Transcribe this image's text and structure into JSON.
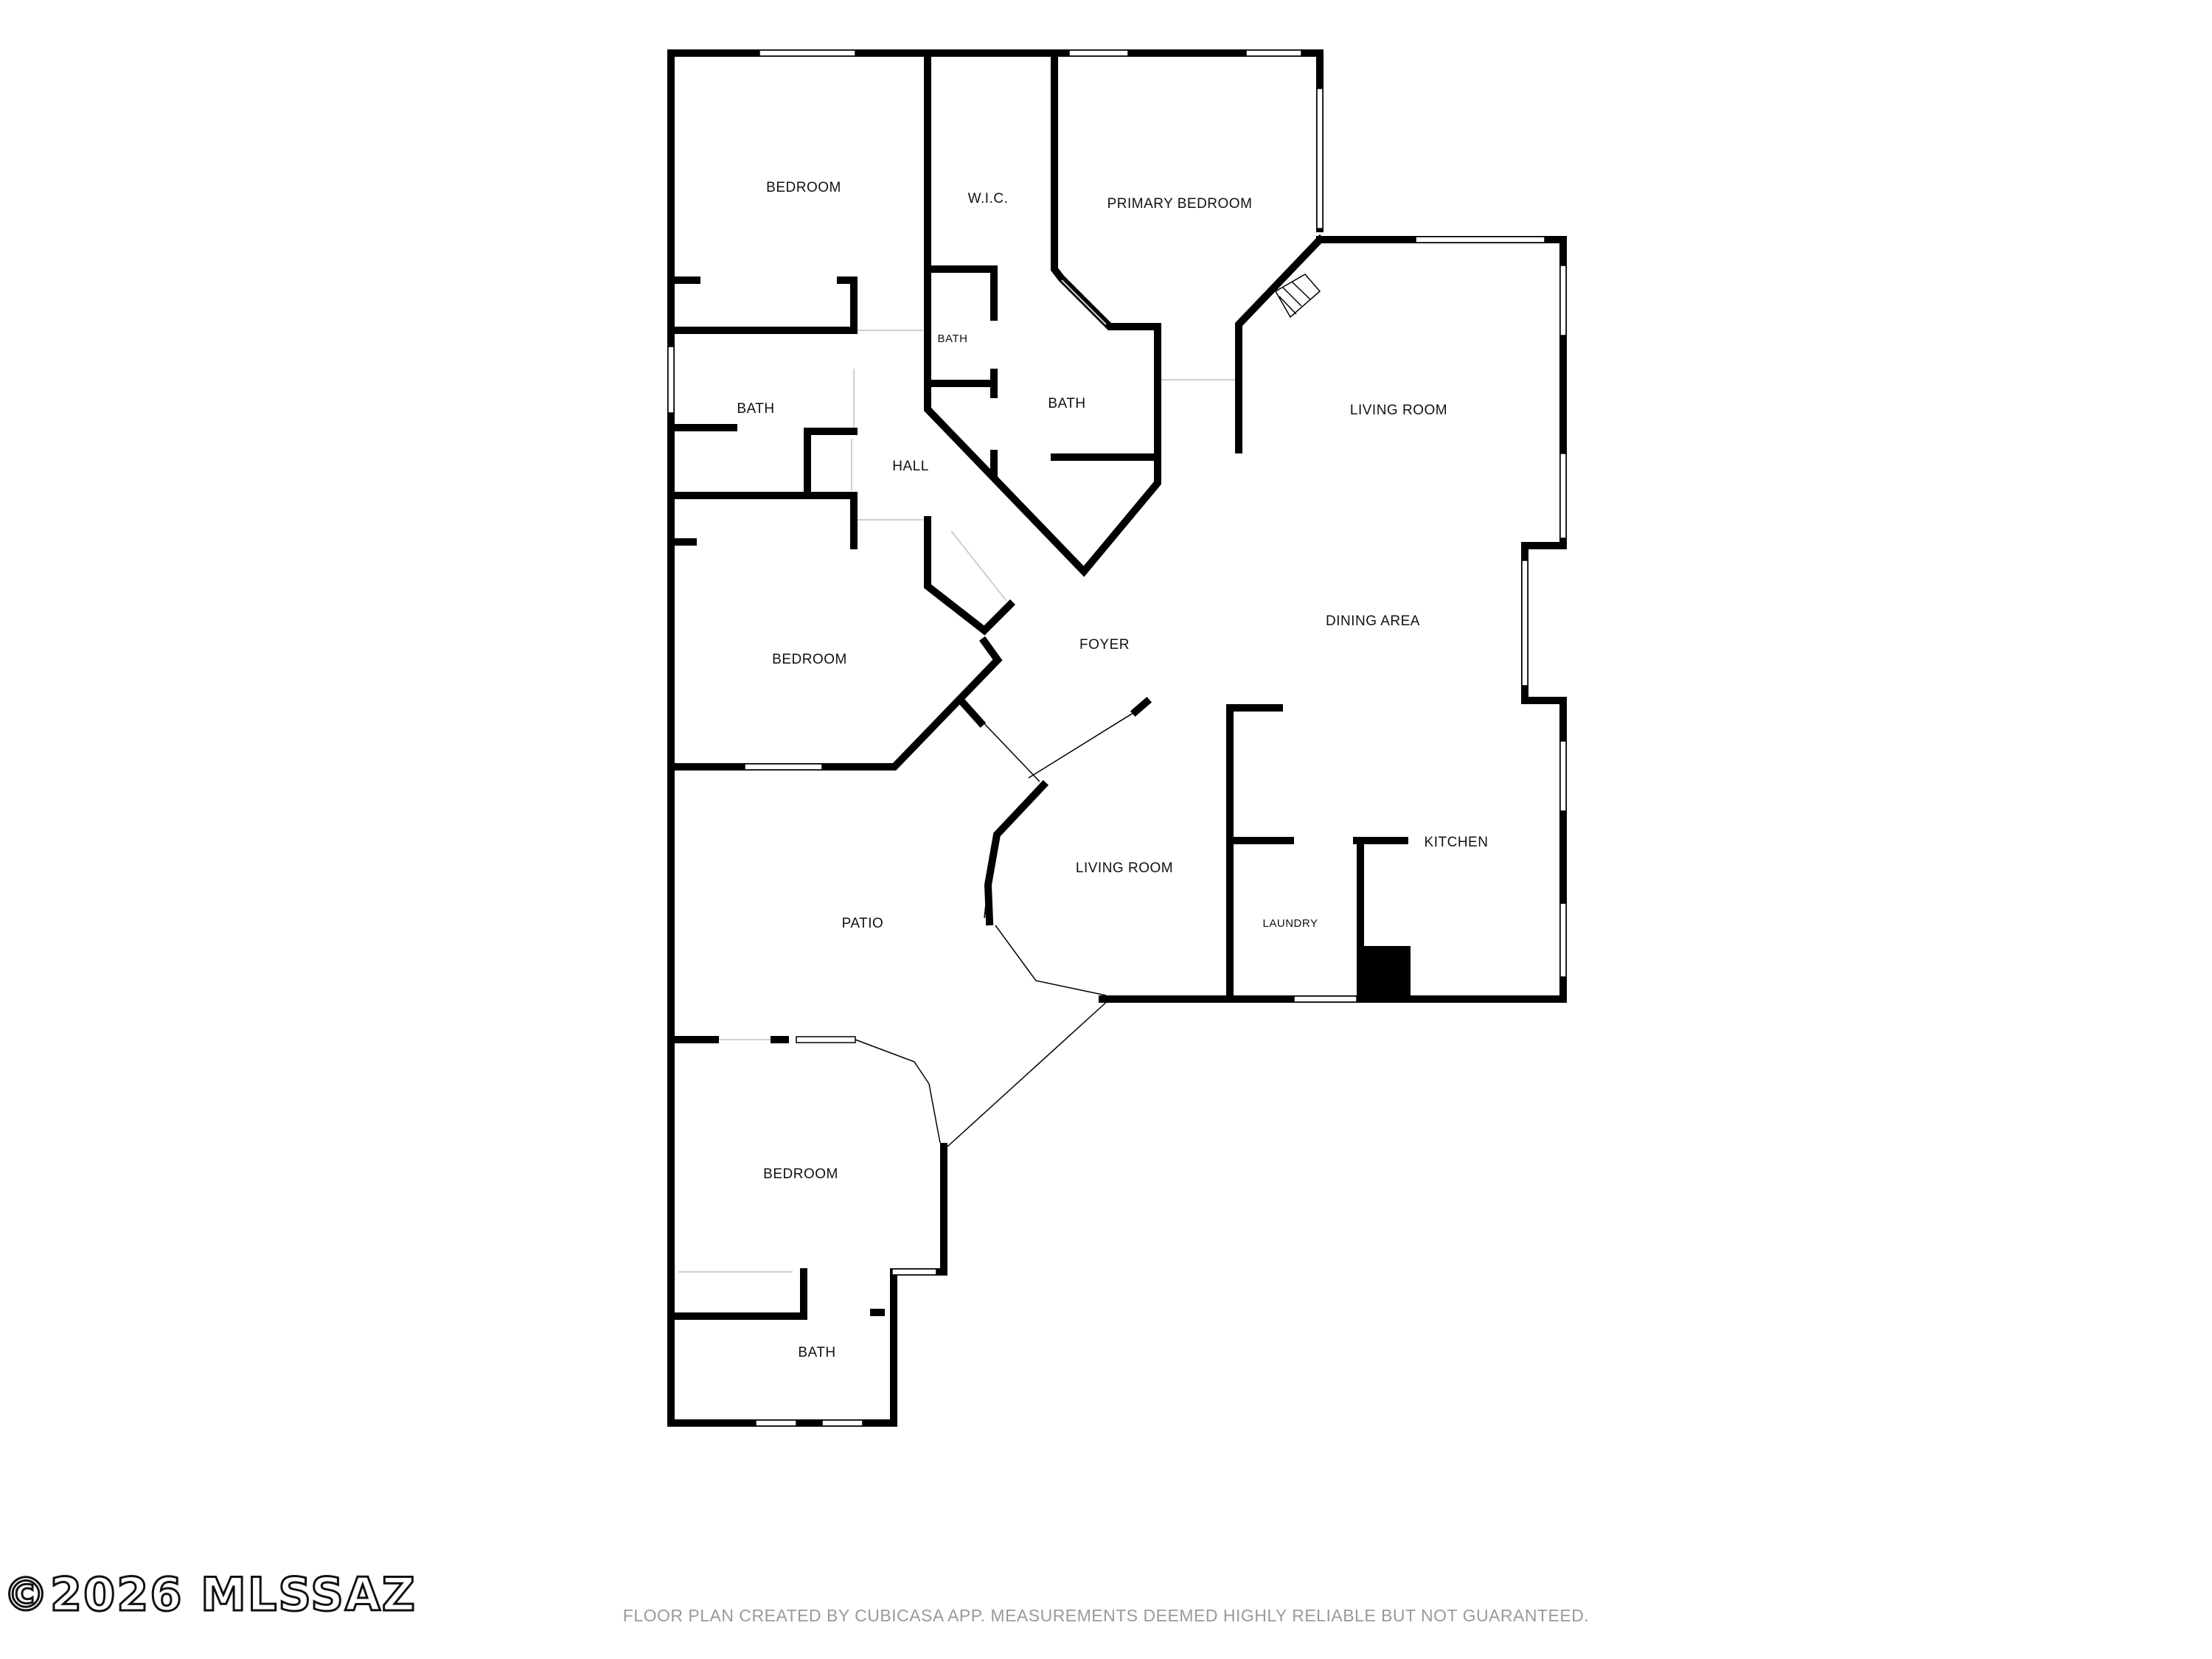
{
  "rooms": {
    "bedroom_1": "BEDROOM",
    "wic": "W.I.C.",
    "primary_bedroom": "PRIMARY BEDROOM",
    "bath_small": "BATH",
    "bath_hall": "BATH",
    "bath_primary": "BATH",
    "hall": "HALL",
    "living_room_main": "LIVING ROOM",
    "bedroom_2": "BEDROOM",
    "foyer": "FOYER",
    "dining_area": "DINING AREA",
    "kitchen": "KITCHEN",
    "living_room_secondary": "LIVING ROOM",
    "laundry": "LAUNDRY",
    "patio": "PATIO",
    "bedroom_3": "BEDROOM",
    "bath_bottom": "BATH"
  },
  "footer": {
    "watermark": "©2026 MLSSAZ",
    "disclaimer": "FLOOR PLAN CREATED BY CUBICASA APP. MEASUREMENTS DEEMED HIGHLY RELIABLE BUT NOT GUARANTEED."
  }
}
